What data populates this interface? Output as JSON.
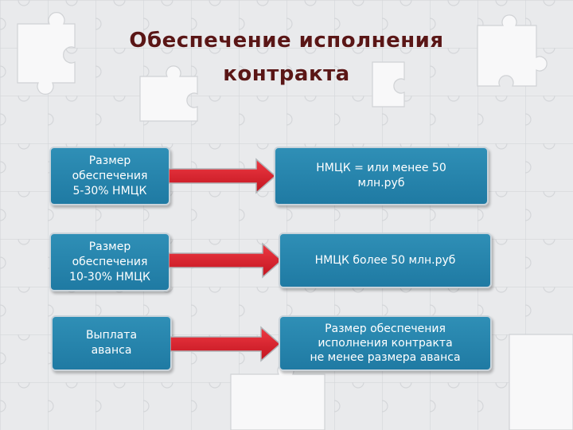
{
  "title": {
    "line1": "Обеспечение исполнения",
    "line2": "контракта"
  },
  "rows": [
    {
      "left": "Размер\nобеспечения\n5-30% НМЦК",
      "right": "НМЦК = или менее 50\nмлн.руб"
    },
    {
      "left": "Размер\nобеспечения \n10-30% НМЦК",
      "right": "НМЦК  более 50 млн.руб"
    },
    {
      "left": "Выплата\nаванса",
      "right": "Размер обеспечения\nисполнения контракта\nне менее размера аванса"
    }
  ],
  "colors": {
    "title": "#5a1616",
    "box": "#1f7aa3",
    "arrow": "#d61f2b",
    "background": "#e7e8ea"
  }
}
